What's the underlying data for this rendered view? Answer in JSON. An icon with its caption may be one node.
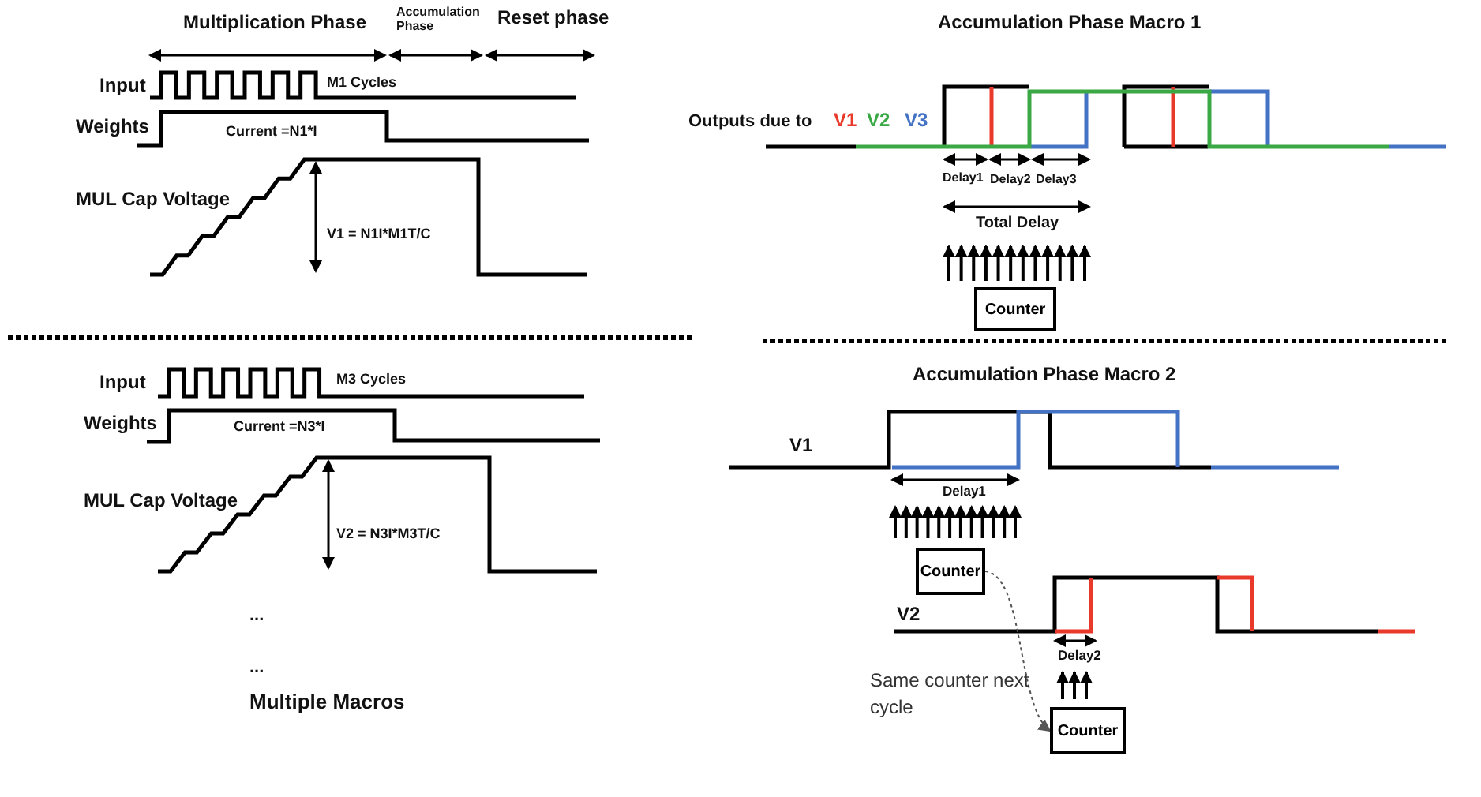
{
  "diagram": {
    "nodes": [
      {
        "text": [
          "Counter"
        ]
      },
      {
        "text": [
          "Counter"
        ]
      },
      {
        "text": [
          "Counter"
        ]
      }
    ],
    "edges": [
      {
        "from": 1,
        "to": 2,
        "arrow": "to",
        "style": "dashed"
      }
    ],
    "labels": [
      "Multiplication Phase",
      "Accumulation Phase",
      "Reset phase",
      "Input",
      "M1 Cycles",
      "Weights",
      "Current =N1*I",
      "MUL Cap Voltage",
      "V1 = N1I*M1T/C",
      "Accumulation Phase Macro 1",
      "Outputs due to",
      "Delay1",
      "Delay2",
      "Delay3",
      "Total Delay",
      "Input",
      "M3 Cycles",
      "Weights",
      "Current =N3*I",
      "MUL Cap Voltage",
      "V2 = N3I*M3T/C",
      "...",
      "...",
      "Multiple Macros",
      "Accumulation Phase Macro 2",
      "V1",
      "Delay1",
      "V2",
      "Delay2",
      "Same counter next cycle"
    ],
    "legend": [
      {
        "text": "V1",
        "color": "#e8392b"
      },
      {
        "text": "V2",
        "color": "#3aa845"
      },
      {
        "text": "V3",
        "color": "#4472c4"
      }
    ]
  }
}
